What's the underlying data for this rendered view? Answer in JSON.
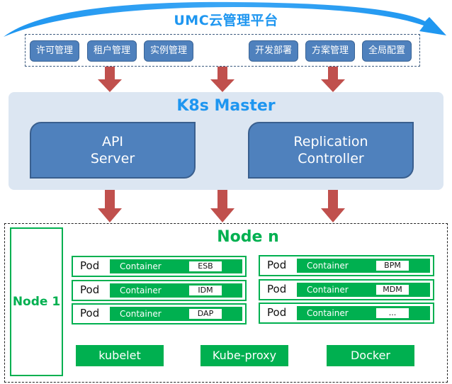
{
  "platform": {
    "title": "UMC云管理平台",
    "modules": [
      "许可管理",
      "租户管理",
      "实例管理",
      "开发部署",
      "方案管理",
      "全局配置"
    ]
  },
  "master": {
    "title": "K8s Master",
    "components": [
      {
        "line1": "API",
        "line2": "Server"
      },
      {
        "line1": "Replication",
        "line2": "Controller"
      }
    ]
  },
  "nodes": {
    "node1_label": "Node 1",
    "noden_label": "Node n",
    "pod_label": "Pod",
    "container_label": "Container",
    "left_pods": [
      "ESB",
      "IDM",
      "DAP"
    ],
    "right_pods": [
      "BPM",
      "MDM",
      "..."
    ],
    "components": [
      "kubelet",
      "Kube-proxy",
      "Docker"
    ]
  },
  "colors": {
    "arc": "#1e96f0",
    "module_fill": "#4f81bd",
    "arrow": "#c0504d",
    "master_bg": "#dce6f2",
    "node_green": "#00b050"
  }
}
